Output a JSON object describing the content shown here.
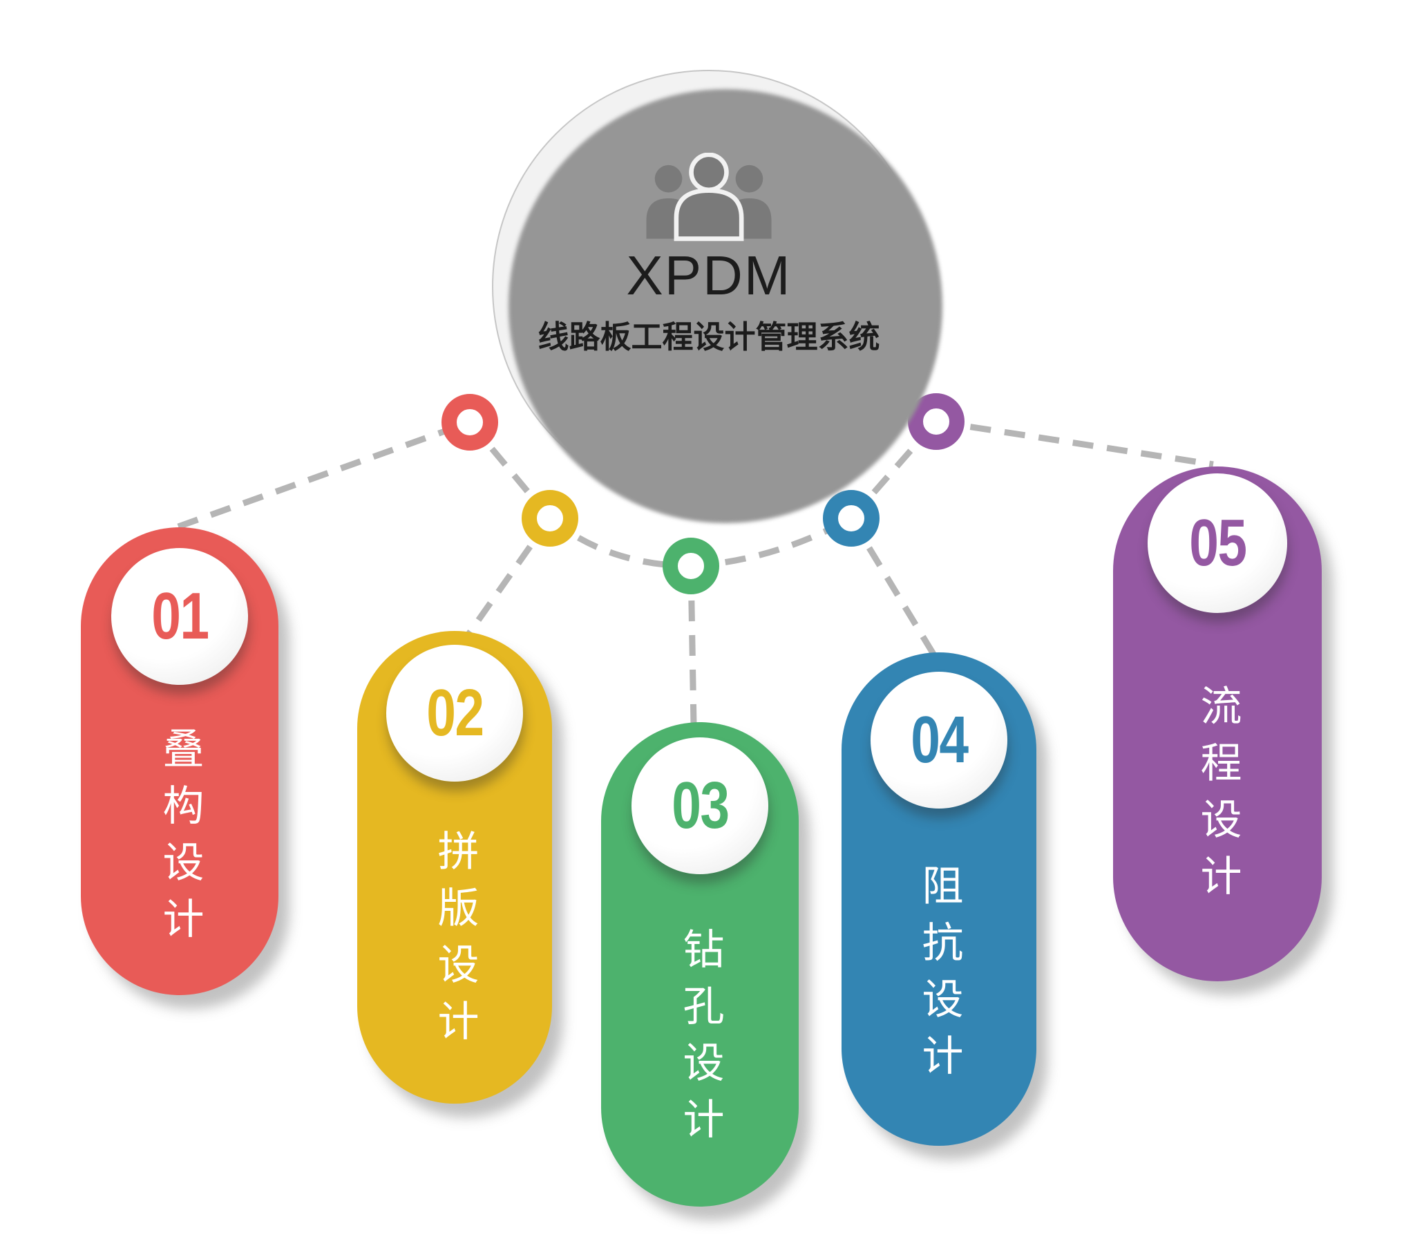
{
  "page": {
    "background": "#ffffff"
  },
  "hub": {
    "title": "XPDM",
    "subtitle": "线路板工程设计管理系统",
    "icon": "team-icon",
    "icon_color": "#7a7a7a",
    "fill": "#f2f2f2",
    "border_color": "#c6c6c6",
    "shadow_color": "#969696",
    "text_color": "#1c1c1c"
  },
  "connections": {
    "style": "dashed",
    "line_color": "#b5b5b5"
  },
  "items": [
    {
      "number": "01",
      "label": "叠构设计",
      "color": "#e85b57"
    },
    {
      "number": "02",
      "label": "拼版设计",
      "color": "#e5b822"
    },
    {
      "number": "03",
      "label": "钻孔设计",
      "color": "#4db26d"
    },
    {
      "number": "04",
      "label": "阻抗设计",
      "color": "#3385b3"
    },
    {
      "number": "05",
      "label": "流程设计",
      "color": "#9458a2"
    }
  ],
  "label_text_color": "#ffffff"
}
